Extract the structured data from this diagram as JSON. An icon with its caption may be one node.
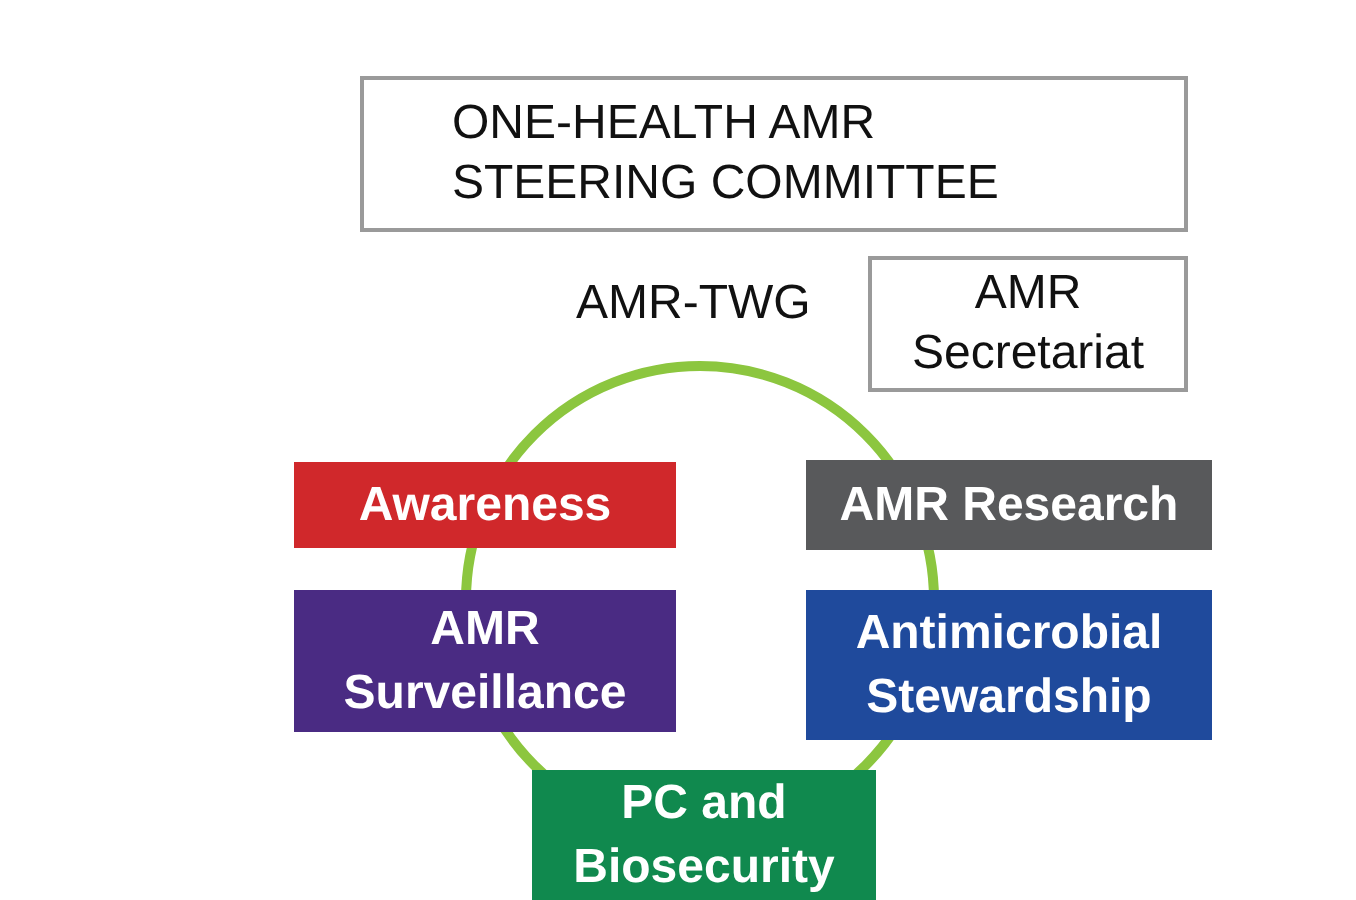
{
  "diagram": {
    "nodes": [
      {
        "text": [
          "ONE-HEALTH AMR STEERING COMMITTEE"
        ]
      },
      {
        "text": [
          "AMR Secretariat"
        ]
      },
      {
        "text": [
          "AMR-TWG"
        ]
      },
      {
        "text": [
          "Awareness"
        ]
      },
      {
        "text": [
          "AMR Research"
        ]
      },
      {
        "text": [
          "AMR Surveillance"
        ]
      },
      {
        "text": [
          "Antimicrobial Stewardship"
        ]
      },
      {
        "text": [
          "PC and Biosecurity"
        ]
      }
    ],
    "edges": []
  }
}
